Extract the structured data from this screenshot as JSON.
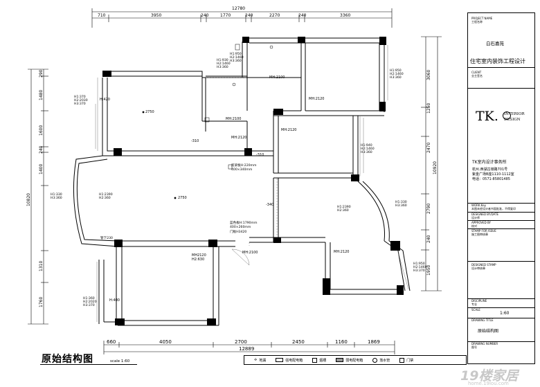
{
  "dims_top": {
    "overall": "12780",
    "segments": [
      "710",
      "3950",
      "240",
      "1770",
      "240",
      "2270",
      "240",
      "3360"
    ]
  },
  "dims_bottom": {
    "overall": "12889",
    "segments": [
      "660",
      "4050",
      "2700",
      "2450",
      "1160",
      "1869"
    ]
  },
  "dims_left": {
    "overall": "10820",
    "segments": [
      "290",
      "1480",
      "1600",
      "240",
      "1400",
      "1310",
      "1760"
    ]
  },
  "dims_right": {
    "overall": "10920",
    "segments": [
      "3060",
      "1250",
      "2470",
      "2790",
      "240",
      "1950"
    ]
  },
  "notes": {
    "a1": "H1:950",
    "a2": "H2:1460",
    "a3": "H3:360",
    "b1": "H1:930",
    "b2": "H2:1460",
    "b3": "H3:360",
    "c1": "H1:950",
    "c2": "H2:1460",
    "c3": "H3:360",
    "d1": "H1:370",
    "d2": "H2:2030",
    "d3": "H3:370",
    "e1": "H1:940",
    "e2": "H2:1460",
    "e3": "H3:360",
    "f1": "H1:330",
    "f2": "H3:360",
    "g1": "H1:2390",
    "g2": "H2:360",
    "h1": "H1:2390",
    "h2": "H2:360",
    "i1": "H1:330",
    "i2": "H3:360",
    "j1": "H1:950",
    "j2": "H2:1460",
    "j3": "H3:370",
    "k1": "H1:360",
    "k2": "H2:2020",
    "k3": "H3:370",
    "mh2100a": "MH:2100",
    "mh2100b": "MH:2100",
    "mh2120a": "MH:2120",
    "mh2120b": "MH:2120",
    "mh2120c": "MH:2120",
    "mh2120d": "MH:2120",
    "h420": "H:420",
    "h400": "H:400",
    "mh2120_630": "MH2120",
    "h2630": "H2:630",
    "mh2100c": "MH:2100",
    "beam1a": "剪梁板H:220mm",
    "beam1b": "400×340mm",
    "beam2a": "蓝色板H:1790mm",
    "beam2b": "400×260mm",
    "door": "门板H3420",
    "floor": "管下230",
    "lv1": "2750",
    "lv2": "2750",
    "m310a": "-310",
    "m310b": "-310",
    "m340": "-340"
  },
  "title_block": {
    "project_name_label": "PROJECT NAME",
    "project_name_cn": "工程名称",
    "project_name_value": "白石嘉苑",
    "project_type": "住宅室内装饰工程设计",
    "client_label": "CLIENT",
    "client_cn": "业主签名",
    "logo_letters": "TK.",
    "logo_sub_1": "INTERIOR",
    "logo_sub_2": "DESIGN",
    "firm": "TK室内设计事务所",
    "address_1": "杭州.西湖古墩路701号",
    "address_2": "紫金广场B座1110-1112室",
    "phone": "电话：0571-85801485",
    "warning_label": "WORK.Key",
    "warning": "本图未经设计者书面批准，不得复印",
    "designed_label": "DESIGNED BY/DATE",
    "designed_cn": "设计师",
    "approved_label": "APPROVED BY",
    "approved_cn": "校对",
    "stamp_label": "STAMP FOR ISSUE",
    "stamp_cn": "施工图审核章",
    "design_stamp_label": "DESIGNED STAMP",
    "design_stamp_cn": "设计审核章",
    "discipline_label": "DISCIPLINE",
    "discipline_cn": "专业",
    "scale_label": "SCALE",
    "scale_value": "1:60",
    "drawing_title_label": "DRAWING TITLE",
    "drawing_title_value": "原始结构图",
    "drawing_number_label": "DRAWING NUMBER",
    "drawing_number_cn": "图号"
  },
  "bottom_title": "原始结构图",
  "bottom_scale": "scale 1:60",
  "legend": [
    "地漏",
    "强电配电箱",
    "烟槽",
    "弱电配电箱",
    "落水管",
    "门禁"
  ],
  "watermark": "19楼家居",
  "watermark_url": "home.19lou.com"
}
